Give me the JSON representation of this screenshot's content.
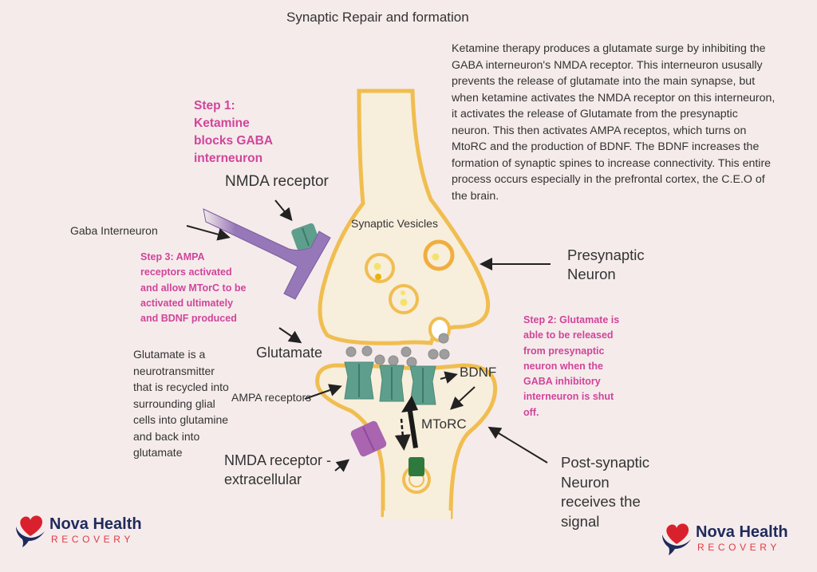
{
  "title": "Synaptic Repair and formation",
  "description": "Ketamine therapy produces a glutamate surge by inhibiting the GABA interneuron's NMDA receptor. This interneuron ususally prevents the release of glutamate into the main synapse, but when ketamine activates the NMDA receptor on this interneuron, it activates the release of Glutamate from the presynaptic neuron. This then activates AMPA receptos, which turns on MtoRC and the production of BDNF. The BDNF increases the formation of synaptic spines to increase connectivity. This entire process occurs especially in the prefrontal cortex, the C.E.O of the brain.",
  "steps": {
    "step1": "Step 1: Ketamine blocks GABA interneuron",
    "step2": "Step 2: Glutamate is able to be released from presynaptic neuron when the GABA inhibitory interneuron is shut off.",
    "step3": "Step 3: AMPA receptors activated and  allow MTorC to be activated ultimately and BDNF produced"
  },
  "labels": {
    "nmda_receptor": "NMDA receptor",
    "gaba_interneuron": "Gaba Interneuron",
    "synaptic_vesicles": "Synaptic Vesicles",
    "presynaptic_neuron": "Presynaptic Neuron",
    "glutamate": "Glutamate",
    "glutamate_info": "Glutamate is a neurotransmitter that is recycled into surrounding glial cells into glutamine and back into glutamate",
    "ampa_receptors": "AMPA receptors",
    "bdnf": "BDNF",
    "mtorc": "MToRC",
    "nmda_extracellular": "NMDA receptor - extracellular",
    "postsynaptic_neuron": "Post-synaptic Neuron receives the signal"
  },
  "logo": {
    "brand": "Nova Health",
    "sub": "RECOVERY"
  },
  "colors": {
    "background": "#F5EBEB",
    "step_text": "#D0459A",
    "membrane": "#F0BE50",
    "cytoplasm": "#F8EEDC",
    "ampa": "#5E9E8C",
    "interneuron": "#9678B8",
    "nmda_ext": "#A965B0",
    "glutamate": "#9E9E9E",
    "brand_navy": "#1F2A5C",
    "brand_red": "#E03A45"
  }
}
